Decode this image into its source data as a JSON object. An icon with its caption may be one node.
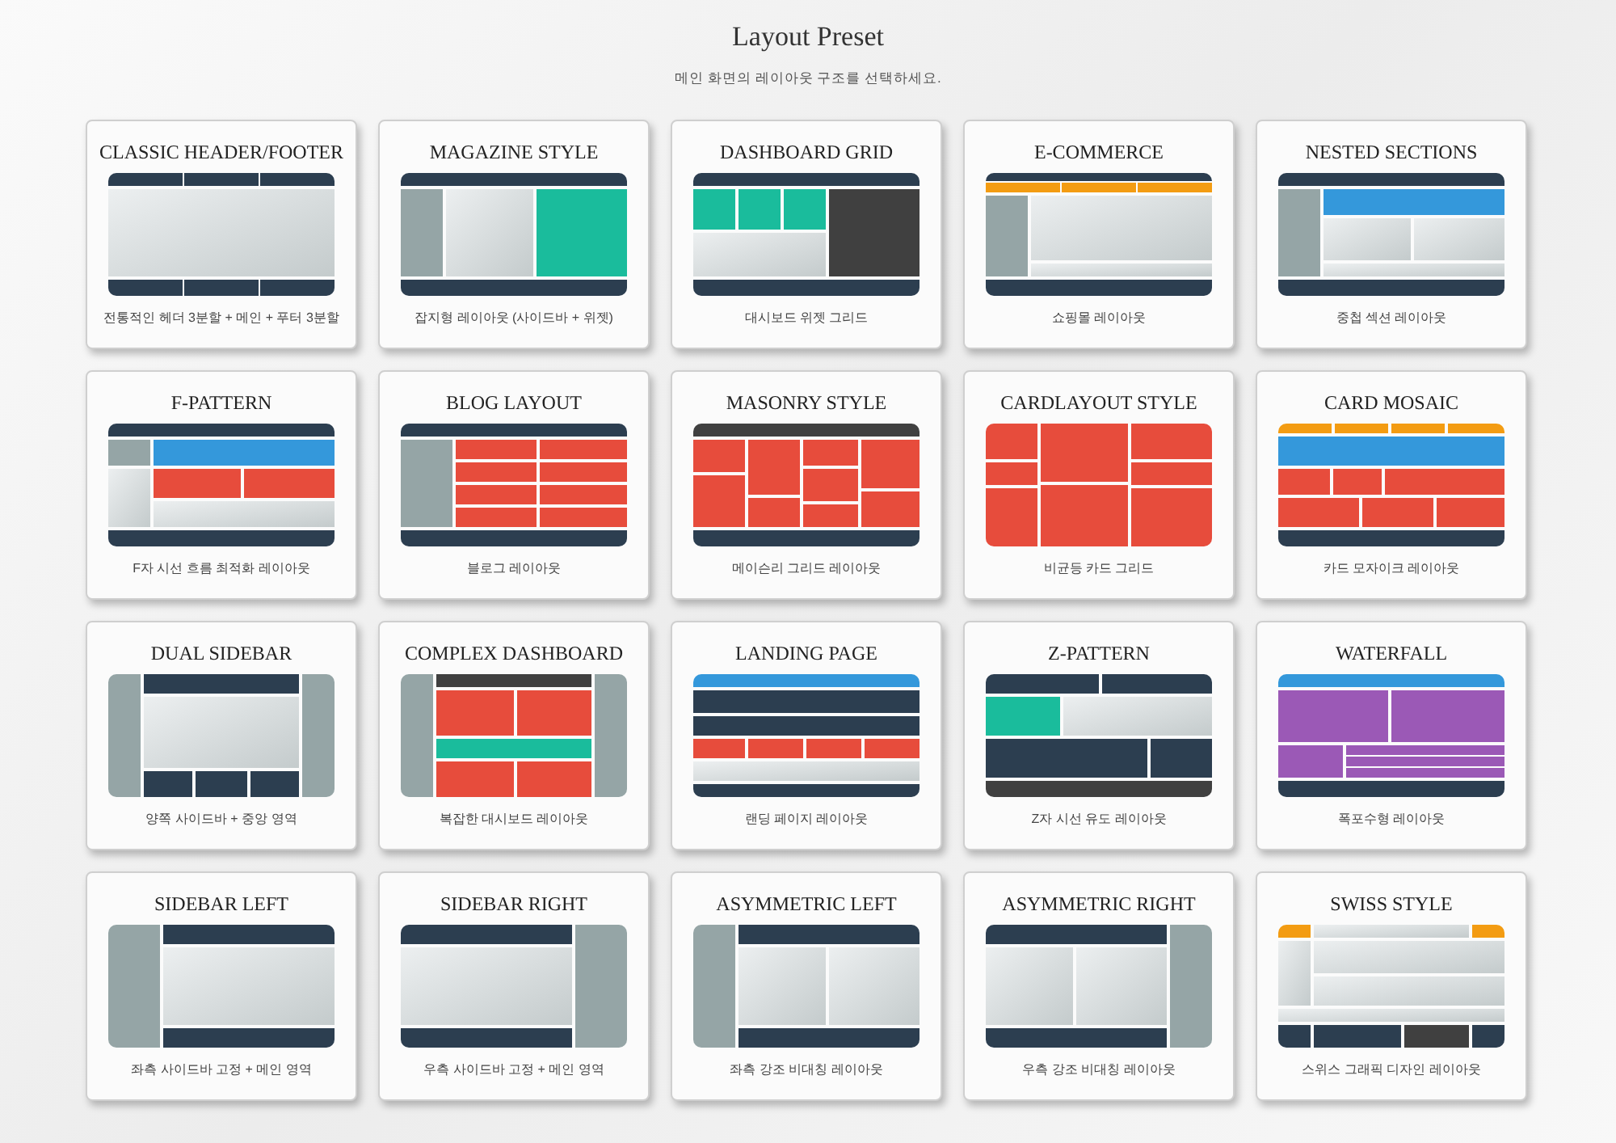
{
  "diagram": {
    "title": "Layout Preset",
    "nodes": [
      {
        "text": [
          "CLASSIC HEADER/FOOTER",
          "전통적인 헤더 3분할 + 메인 + 푸터 3분할"
        ]
      },
      {
        "text": [
          "MAGAZINE STYLE",
          "잡지형 레이아웃 (사이드바 + 위젯)"
        ]
      },
      {
        "text": [
          "DASHBOARD GRID",
          "대시보드 위젯 그리드"
        ]
      },
      {
        "text": [
          "E-COMMERCE",
          "쇼핑몰 레이아웃"
        ]
      },
      {
        "text": [
          "NESTED SECTIONS",
          "중첩 섹션 레이아웃"
        ]
      },
      {
        "text": [
          "F-PATTERN",
          "F자 시선 흐름 최적화 레이아웃"
        ]
      },
      {
        "text": [
          "BLOG LAYOUT",
          "블로그 레이아웃"
        ]
      },
      {
        "text": [
          "MASONRY STYLE",
          "메이슨리 그리드 레이아웃"
        ]
      },
      {
        "text": [
          "CARDLAYOUT STYLE",
          "비균등 카드 그리드"
        ]
      },
      {
        "text": [
          "CARD MOSAIC",
          "카드 모자이크 레이아웃"
        ]
      },
      {
        "text": [
          "DUAL SIDEBAR",
          "양쪽 사이드바 + 중앙 영역"
        ]
      },
      {
        "text": [
          "COMPLEX DASHBOARD",
          "복잡한 대시보드 레이아웃"
        ]
      },
      {
        "text": [
          "LANDING PAGE",
          "랜딩 페이지 레이아웃"
        ]
      },
      {
        "text": [
          "Z-PATTERN",
          "Z자 시선 유도 레이아웃"
        ]
      },
      {
        "text": [
          "WATERFALL",
          "폭포수형 레이아웃"
        ]
      },
      {
        "text": [
          "SIDEBAR LEFT",
          "좌측 사이드바 고정 + 메인 영역"
        ]
      },
      {
        "text": [
          "SIDEBAR RIGHT",
          "우측 사이드바 고정 + 메인 영역"
        ]
      },
      {
        "text": [
          "ASYMMETRIC LEFT",
          "좌측 강조 비대칭 레이아웃"
        ]
      },
      {
        "text": [
          "ASYMMETRIC RIGHT",
          "우측 강조 비대칭 레이아웃"
        ]
      },
      {
        "text": [
          "SWISS STYLE",
          "스위스 그래픽 디자인 레이아웃"
        ]
      }
    ],
    "labels": [
      "메인 화면의 레이아웃 구조를 선택하세요."
    ]
  }
}
